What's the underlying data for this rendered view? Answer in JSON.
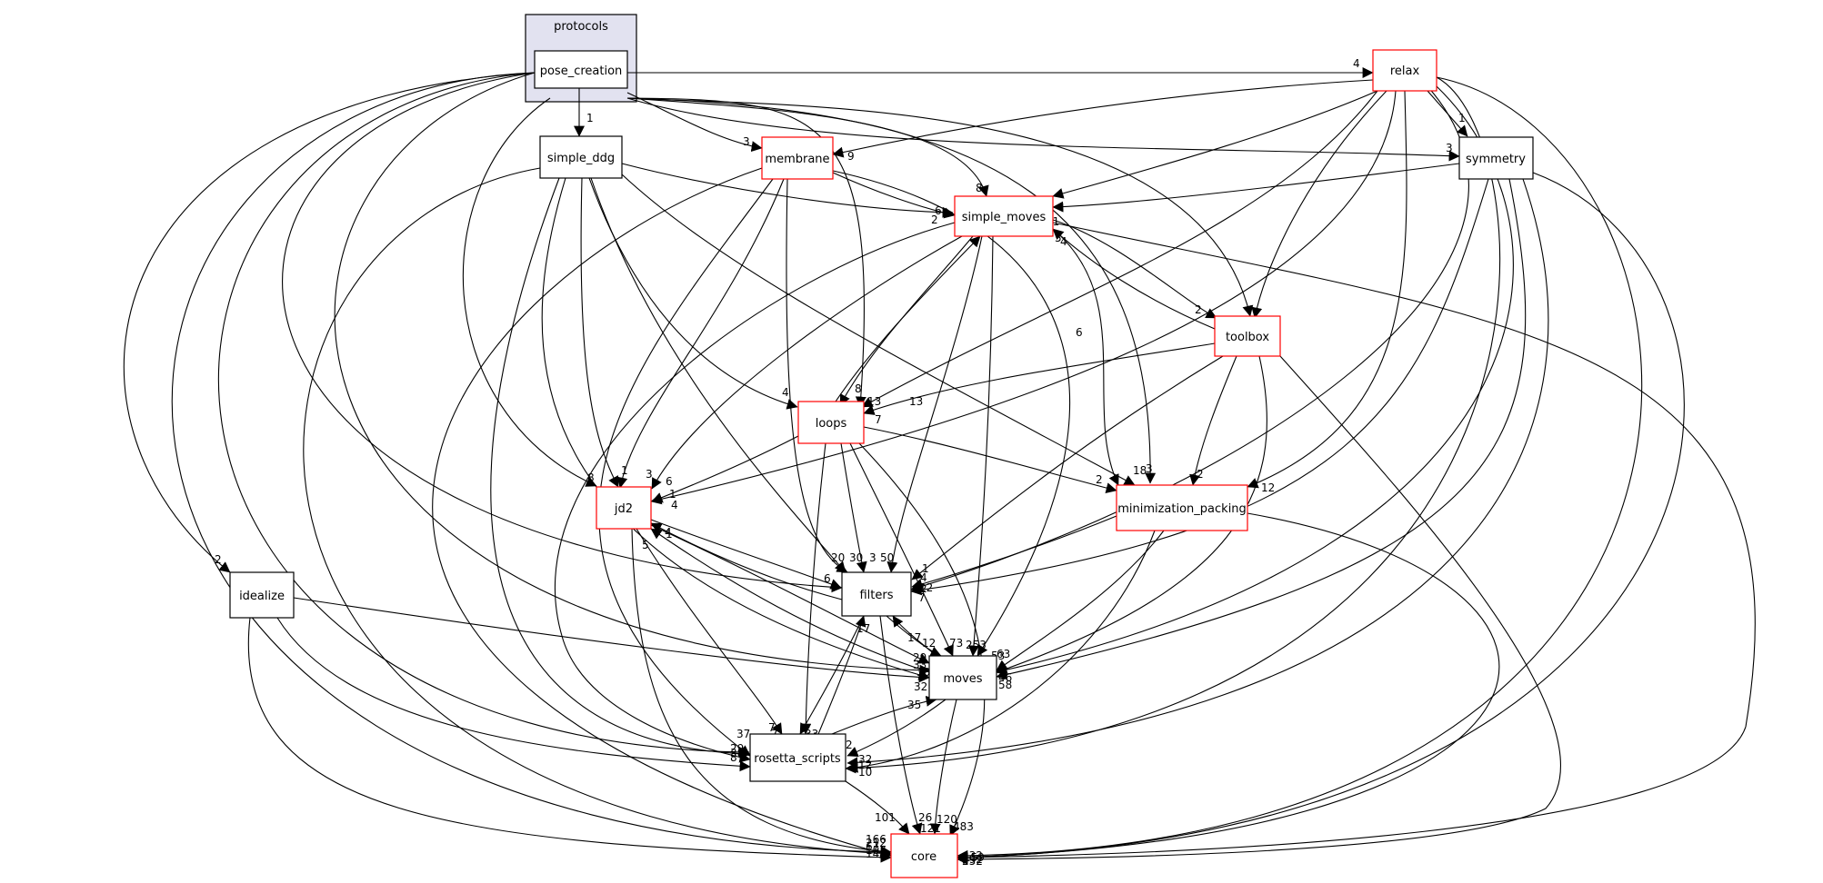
{
  "cluster": {
    "label": "protocols"
  },
  "nodes": {
    "pose_creation": {
      "label": "pose_creation",
      "link": false
    },
    "relax": {
      "label": "relax",
      "link": true
    },
    "simple_ddg": {
      "label": "simple_ddg",
      "link": false
    },
    "membrane": {
      "label": "membrane",
      "link": true
    },
    "symmetry": {
      "label": "symmetry",
      "link": false
    },
    "simple_moves": {
      "label": "simple_moves",
      "link": true
    },
    "toolbox": {
      "label": "toolbox",
      "link": true
    },
    "loops": {
      "label": "loops",
      "link": true
    },
    "jd2": {
      "label": "jd2",
      "link": true
    },
    "minimization_packing": {
      "label": "minimization_packing",
      "link": true
    },
    "idealize": {
      "label": "idealize",
      "link": false
    },
    "filters": {
      "label": "filters",
      "link": false
    },
    "moves": {
      "label": "moves",
      "link": false
    },
    "rosetta_scripts": {
      "label": "rosetta_scripts",
      "link": false
    },
    "core": {
      "label": "core",
      "link": true
    }
  },
  "edge_labels": {
    "pc_relax": "4",
    "pc_simple_ddg": "1",
    "pc_membrane": "3",
    "pc_symmetry": "3",
    "pc_simple_moves": "8",
    "pc_toolbox": "1",
    "pc_loops": "4",
    "pc_jd2": "8",
    "pc_minpack": "3",
    "pc_idealize": "2",
    "pc_filters": "6",
    "pc_moves": "32",
    "pc_rosetta": "29",
    "pc_core": "212",
    "relax_symmetry": "1",
    "relax_membrane": "9",
    "relax_simple_moves": "11",
    "relax_toolbox": "11",
    "relax_loops": "13",
    "relax_jd2": "4",
    "relax_minpack": "12",
    "relax_filters": "12",
    "relax_moves": "63",
    "relax_rosetta": "10",
    "relax_core": "252",
    "ddg_simple_moves": "2",
    "ddg_loops": "4",
    "ddg_jd2": "1",
    "ddg_minpack": "18",
    "ddg_filters": "20",
    "ddg_moves": "29",
    "ddg_rosetta": "8",
    "ddg_core": "107",
    "mem_simple_moves": "6",
    "mem_jd2": "3",
    "mem_filters": "30",
    "mem_moves": "253",
    "mem_core": "67",
    "sym_simple_moves": "4",
    "sym_filters": "7",
    "sym_moves": "58",
    "sym_rosetta": "12",
    "sym_core": "432",
    "sm_toolbox": "2",
    "sm_loops": "8",
    "sm_jd2": "6",
    "sm_minpack": "6",
    "sm_filters": "50",
    "sm_moves": "73",
    "sm_rosetta": "37",
    "sm_core": "121",
    "tb_simple_moves": "5",
    "tb_loops": "7",
    "tb_minpack": "2",
    "tb_filters": "4",
    "tb_moves": "46",
    "tb_core": "292",
    "loops_simple_moves": "13",
    "loops_jd2": "1",
    "loops_minpack": "2",
    "loops_filters": "3",
    "loops_moves": "12",
    "loops_rosetta": "33",
    "loops_core": "483",
    "jd2_filters": "1",
    "jd2_moves": "30",
    "jd2_rosetta": "7",
    "jd2_core": "166",
    "mp_filters": "1",
    "mp_moves": "53",
    "mp_rosetta": "32",
    "mp_core": "159",
    "ideal_moves": "33",
    "ideal_rosetta": "38",
    "ideal_core": "144",
    "filt_jd2": "5",
    "filt_moves": "17",
    "filt_rosetta": "7",
    "filt_core": "26",
    "moves_jd2": "4",
    "moves_filters": "2",
    "moves_rosetta": "2",
    "moves_core": "120",
    "rs_filters": "17",
    "rs_moves": "35",
    "rs_core": "101"
  }
}
